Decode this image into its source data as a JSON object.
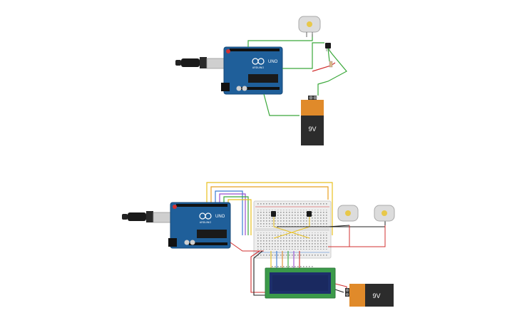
{
  "circuit_top": {
    "arduino": {
      "brand": "ARDUINO",
      "model": "UNO"
    },
    "battery": {
      "label": "9V"
    },
    "motor_count": 1,
    "transistor_count": 1
  },
  "circuit_bottom": {
    "arduino": {
      "brand": "ARDUINO",
      "model": "UNO"
    },
    "battery": {
      "label": "9V"
    },
    "motor_count": 2,
    "transistor_count": 2,
    "lcd": {
      "type": "16x2",
      "text": ""
    }
  },
  "colors": {
    "board_blue": "#1f5f9a",
    "wire_green": "#3aa83a",
    "wire_red": "#d23030",
    "wire_yellow": "#e8c020",
    "wire_black": "#222222",
    "lcd_green": "#3b9a4a",
    "lcd_screen": "#1d2f6b",
    "battery_orange": "#e08a2a"
  }
}
